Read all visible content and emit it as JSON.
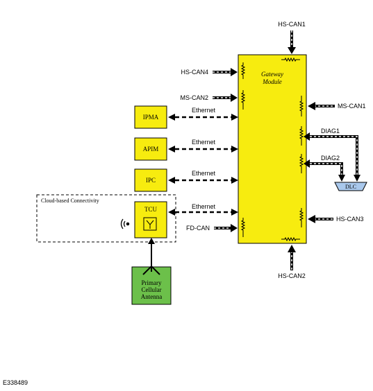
{
  "gateway": {
    "line1": "Gateway",
    "line2": "Module"
  },
  "modules": {
    "ipma": "IPMA",
    "apim": "APIM",
    "ipc": "IPC",
    "tcu": "TCU"
  },
  "antenna": {
    "line1": "Primary",
    "line2": "Cellular",
    "line3": "Antenna"
  },
  "cloud_label": "Cloud-based Connectivity",
  "dlc": "DLC",
  "buses": {
    "hs_can1": "HS-CAN1",
    "hs_can4": "HS-CAN4",
    "ms_can2": "MS-CAN2",
    "ms_can1": "MS-CAN1",
    "diag1": "DIAG1",
    "diag2": "DIAG2",
    "hs_can3": "HS-CAN3",
    "fd_can": "FD-CAN",
    "hs_can2": "HS-CAN2"
  },
  "ethernet_labels": [
    "Ethernet",
    "Ethernet",
    "Ethernet",
    "Ethernet"
  ],
  "figure_id": "E338489",
  "colors": {
    "module_fill": "#f7ec0f",
    "antenna_fill": "#6cc04a",
    "dlc_fill": "#a9c8ec"
  }
}
